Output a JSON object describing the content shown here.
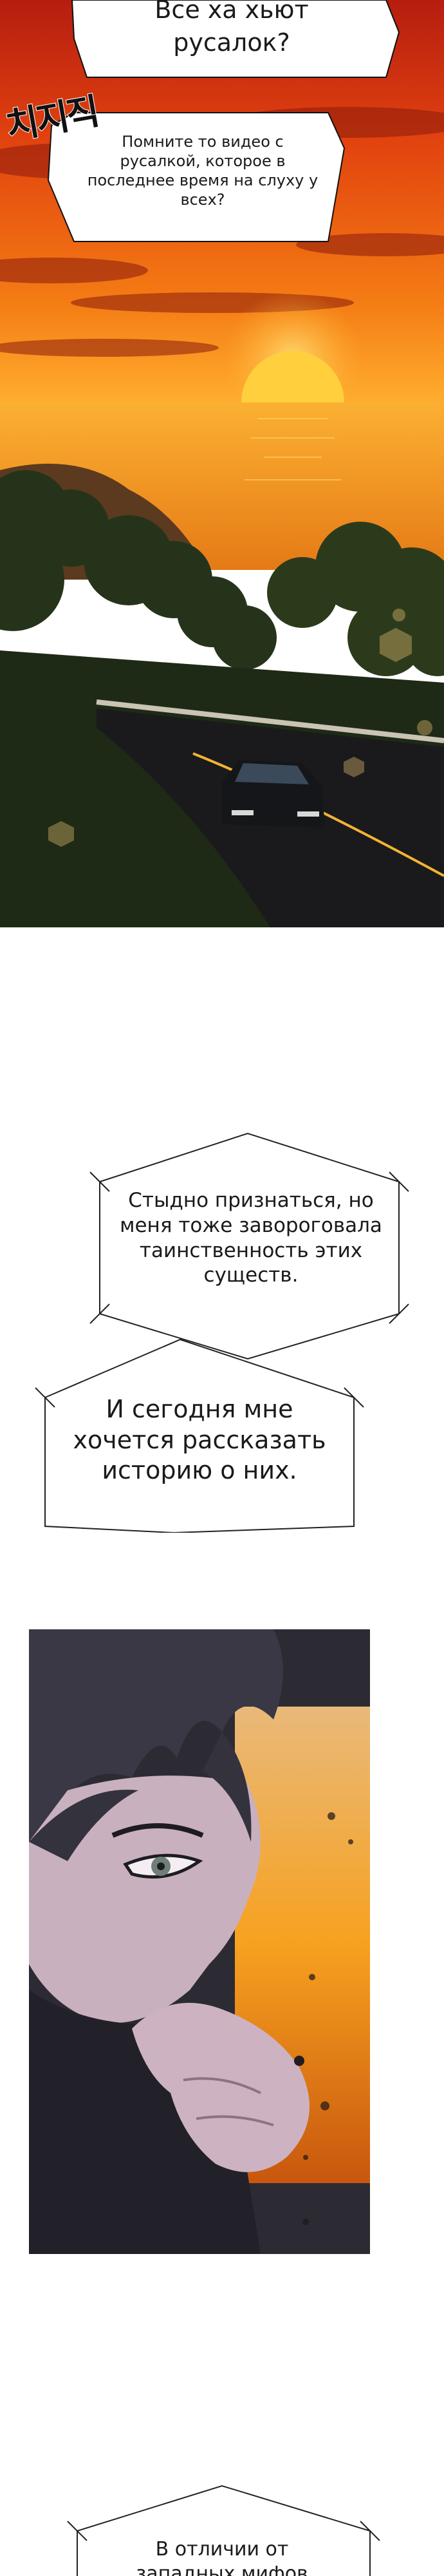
{
  "panels": [
    {
      "name": "sunset-road-panel",
      "top_bubble": "Все ха хьют русалок?",
      "sfx": "치지직",
      "middle_bubble": "Помните то видео с русалкой, которое в последнее время на слуху у всех?",
      "colors": {
        "sky_top": "#c7260f",
        "sky_mid": "#f26a0f",
        "sun": "#ffc93a",
        "sea": "#f59a2a",
        "foliage": "#23301a",
        "road": "#1b1b1d"
      }
    },
    {
      "name": "narration-panel",
      "bubble_one": "Стыдно признаться, но меня тоже завороговала таинственность этих существ.",
      "bubble_two": "И сегодня мне хочется рассказать историю о них."
    },
    {
      "name": "thinking-man-panel",
      "colors": {
        "hair": "#3a3844",
        "skin": "#c9b0bf",
        "sky": "#f5a626",
        "shirt": "#222129"
      }
    },
    {
      "name": "bottom-bubble-panel",
      "bubble": "В отличии от западных мифов"
    }
  ]
}
